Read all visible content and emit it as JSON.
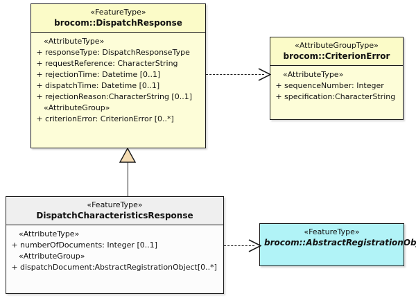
{
  "diagram": {
    "type": "uml-class-diagram",
    "background_color": "#ffffff",
    "colors": {
      "featuretype_fill": "#fdfdd8",
      "abstract_fill": "#b1f3f7",
      "neutral_fill": "#fcfcfc",
      "neutral_header_fill": "#efefef",
      "border": "#1a1a1a",
      "generalization_arrow_fill": "#f5dcb3"
    }
  },
  "classes": {
    "dispatch_response": {
      "stereotype": "«FeatureType»",
      "name": "brocom::DispatchResponse",
      "fill": "#fdfdd8",
      "compartments": [
        {
          "label": "«AttributeType»",
          "attributes": [
            {
              "visibility": "+",
              "text": "responseType: DispatchResponseType"
            },
            {
              "visibility": "+",
              "text": "requestReference: CharacterString"
            },
            {
              "visibility": "+",
              "text": "rejectionTime: Datetime [0..1]"
            },
            {
              "visibility": "+",
              "text": "dispatchTime: Datetime [0..1]"
            },
            {
              "visibility": "+",
              "text": "rejectionReason:CharacterString [0..1]"
            }
          ]
        },
        {
          "label": "«AttributeGroup»",
          "attributes": [
            {
              "visibility": "+",
              "text": "criterionError: CriterionError [0..*]"
            }
          ]
        }
      ]
    },
    "criterion_error": {
      "stereotype": "«AttributeGroupType»",
      "name": "brocom::CriterionError",
      "fill": "#fdfdd8",
      "compartments": [
        {
          "label": "«AttributeType»",
          "attributes": [
            {
              "visibility": "+",
              "text": "sequenceNumber: Integer"
            },
            {
              "visibility": "+",
              "text": "specification:CharacterString"
            }
          ]
        }
      ]
    },
    "dispatch_characteristics_response": {
      "stereotype": "«FeatureType»",
      "name": "DispatchCharacteristicsResponse",
      "fill": "#fcfcfc",
      "compartments": [
        {
          "label": "«AttributeType»",
          "attributes": [
            {
              "visibility": "+",
              "text": "numberOfDocuments: Integer [0..1]"
            }
          ]
        },
        {
          "label": "«AttributeGroup»",
          "attributes": [
            {
              "visibility": "+",
              "text": "dispatchDocument:AbstractRegistrationObject[0..*]"
            }
          ]
        }
      ]
    },
    "abstract_registration_object": {
      "stereotype": "«FeatureType»",
      "name": "brocom::AbstractRegistrationObject",
      "fill": "#b1f3f7",
      "italic": true,
      "compartments": []
    }
  },
  "relationships": [
    {
      "kind": "generalization",
      "from": "dispatch_characteristics_response",
      "to": "dispatch_response",
      "line_style": "solid",
      "arrow": "hollow-triangle"
    },
    {
      "kind": "dependency",
      "from": "dispatch_response",
      "to": "criterion_error",
      "line_style": "dashed",
      "arrow": "open"
    },
    {
      "kind": "dependency",
      "from": "dispatch_characteristics_response",
      "to": "abstract_registration_object",
      "line_style": "dashed",
      "arrow": "open"
    }
  ]
}
